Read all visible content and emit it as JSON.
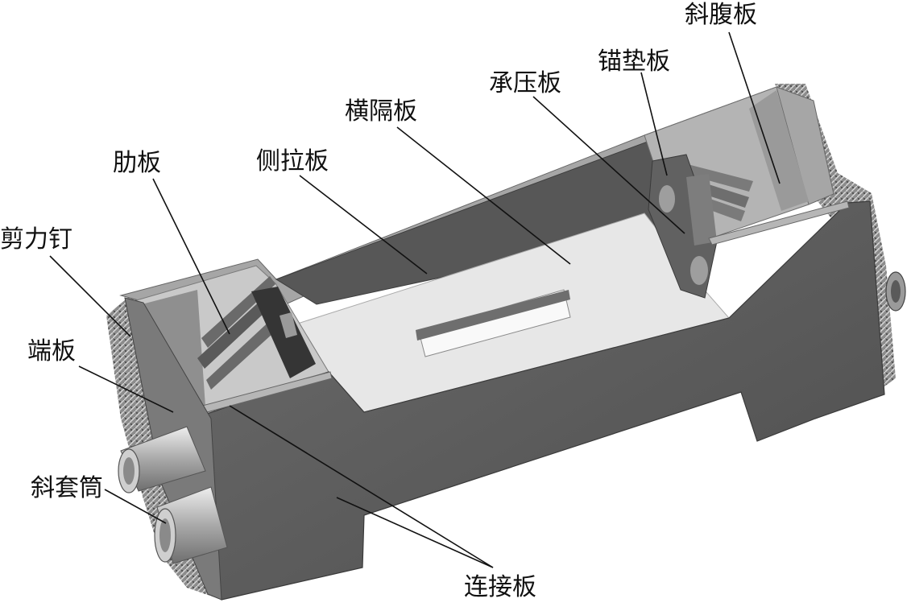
{
  "labels": {
    "xiefuban": "斜腹板",
    "maodianban": "锚垫板",
    "chengyaban": "承压板",
    "hengeban": "横隔板",
    "celaban": "侧拉板",
    "leiban": "肋板",
    "jianliding": "剪力钉",
    "duanban": "端板",
    "xietaotong": "斜套筒",
    "lianjieban": "连接板"
  }
}
